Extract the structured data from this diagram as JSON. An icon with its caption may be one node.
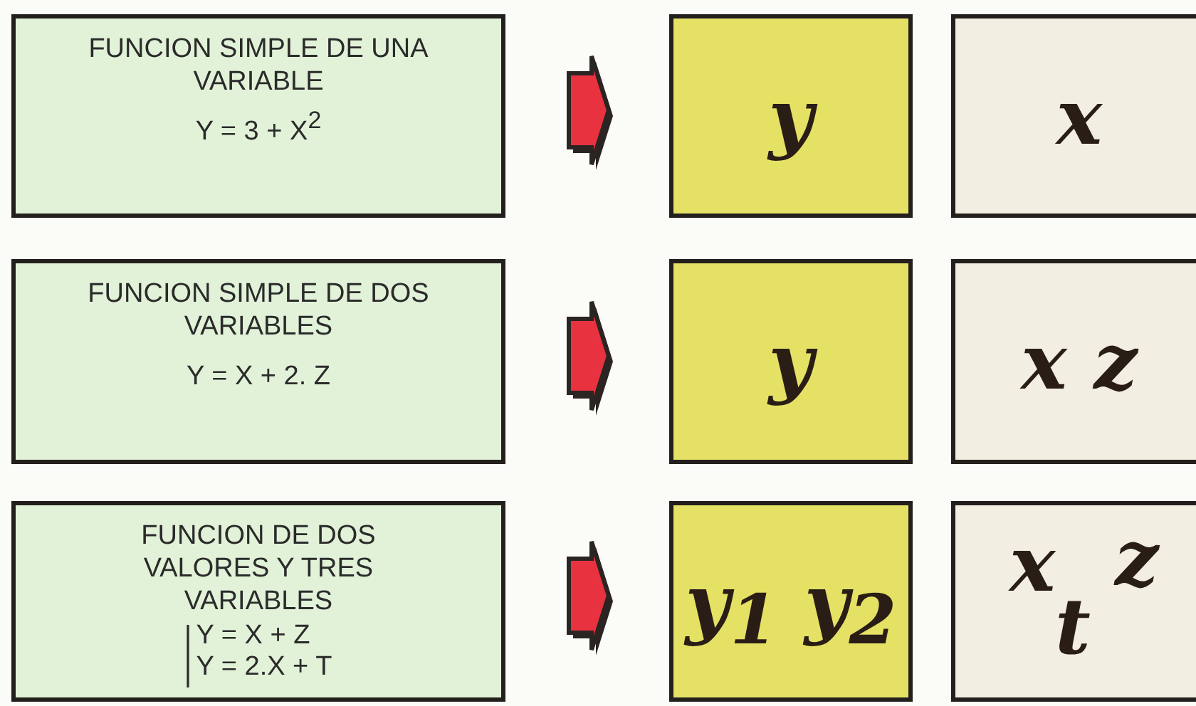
{
  "diagram": {
    "nodes": [
      {
        "text": [
          "FUNCION SIMPLE DE UNA VARIABLE",
          "Y = 3 + X$^{2}$"
        ]
      },
      {
        "text": [
          "y"
        ]
      },
      {
        "text": [
          "x"
        ]
      },
      {
        "text": [
          "FUNCION SIMPLE DE DOS VARIABLES",
          "Y = X + 2. Z"
        ]
      },
      {
        "text": [
          "y"
        ]
      },
      {
        "text": [
          "x z"
        ]
      },
      {
        "text": [
          "FUNCION DE DOS VALORES Y TRES VARIABLES",
          "Y = X + Z",
          "Y = 2.X + T"
        ]
      },
      {
        "text": [
          "y$_{1}$ y$_{2}$"
        ]
      },
      {
        "text": [
          "x",
          "z",
          "t"
        ]
      }
    ],
    "edges": [
      {
        "from": 0,
        "to": 1,
        "arrow": "to",
        "style": "thick"
      },
      {
        "from": 3,
        "to": 4,
        "arrow": "to",
        "style": "thick"
      },
      {
        "from": 6,
        "to": 7,
        "arrow": "to",
        "style": "thick"
      }
    ]
  }
}
